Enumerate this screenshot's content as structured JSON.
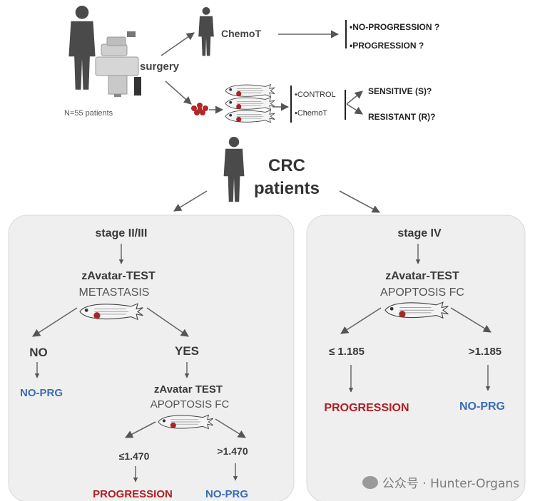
{
  "top": {
    "patients_label": "N=55 patients",
    "surgery_label": "surgery",
    "chemo_label": "ChemoT",
    "outcome_no_progression": "•NO-PROGRESSION ?",
    "outcome_progression": "•PROGRESSION ?",
    "branch_control": "•CONTROL",
    "branch_chemo": "•ChemoT",
    "result_sensitive": "SENSITIVE (S)?",
    "result_resistant": "RESISTANT (R)?"
  },
  "center": {
    "title_line1": "CRC",
    "title_line2": "patients"
  },
  "left_panel": {
    "stage": "stage II/III",
    "test1_title": "zAvatar-TEST",
    "test1_sub": "METASTASIS",
    "no_label": "NO",
    "yes_label": "YES",
    "no_result": "NO-PRG",
    "test2_title": "zAvatar TEST",
    "test2_sub": "APOPTOSIS FC",
    "low_threshold": "≤1.470",
    "high_threshold": ">1.470",
    "low_result": "PROGRESSION",
    "high_result": "NO-PRG"
  },
  "right_panel": {
    "stage": "stage IV",
    "test_title": "zAvatar-TEST",
    "test_sub": "APOPTOSIS FC",
    "low_threshold": "≤ 1.185",
    "high_threshold": ">1.185",
    "low_result": "PROGRESSION",
    "high_result": "NO-PRG"
  },
  "watermark": {
    "text": "公众号 · Hunter-Organs"
  },
  "colors": {
    "progression": "#b01e23",
    "no_prg": "#3b6cb4",
    "panel_bg": "#efefef",
    "text": "#3a3a3a"
  }
}
